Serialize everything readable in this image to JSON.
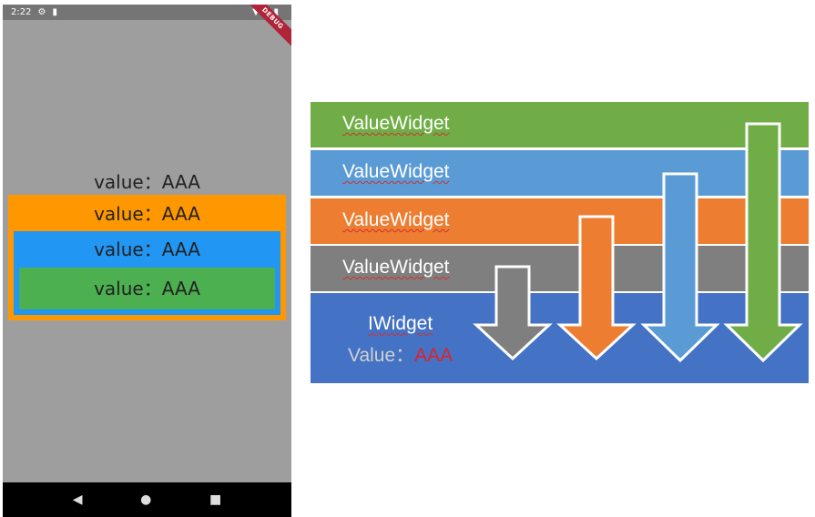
{
  "phone": {
    "status_bar": {
      "time": "2:22",
      "icons": [
        "gear-icon",
        "sd-card-icon",
        "wifi-icon",
        "signal-icon",
        "battery-icon"
      ]
    },
    "debug_banner": "DEBUG",
    "labels": {
      "outer": "value：AAA",
      "orange": "value：AAA",
      "blue": "value：AAA",
      "green": "value：AAA"
    },
    "nav": {
      "back": "◀",
      "home": "●",
      "recents": "■"
    },
    "colors": {
      "background": "#9e9e9e",
      "orange": "#ff9800",
      "blue": "#2196f3",
      "green": "#4caf50"
    }
  },
  "diagram": {
    "bands": [
      {
        "label": "ValueWidget",
        "color": "#70ad47"
      },
      {
        "label": "ValueWidget",
        "color": "#5b9bd5"
      },
      {
        "label": "ValueWidget",
        "color": "#ed7d31"
      },
      {
        "label": "ValueWidget",
        "color": "#7f7f7f"
      }
    ],
    "base": {
      "title": "IWidget",
      "value_label": "Value：",
      "value": "AAA",
      "color": "#4472c4",
      "value_color": "#e0202a"
    },
    "arrow_colors": [
      "#7f7f7f",
      "#ed7d31",
      "#5b9bd5",
      "#70ad47"
    ]
  }
}
